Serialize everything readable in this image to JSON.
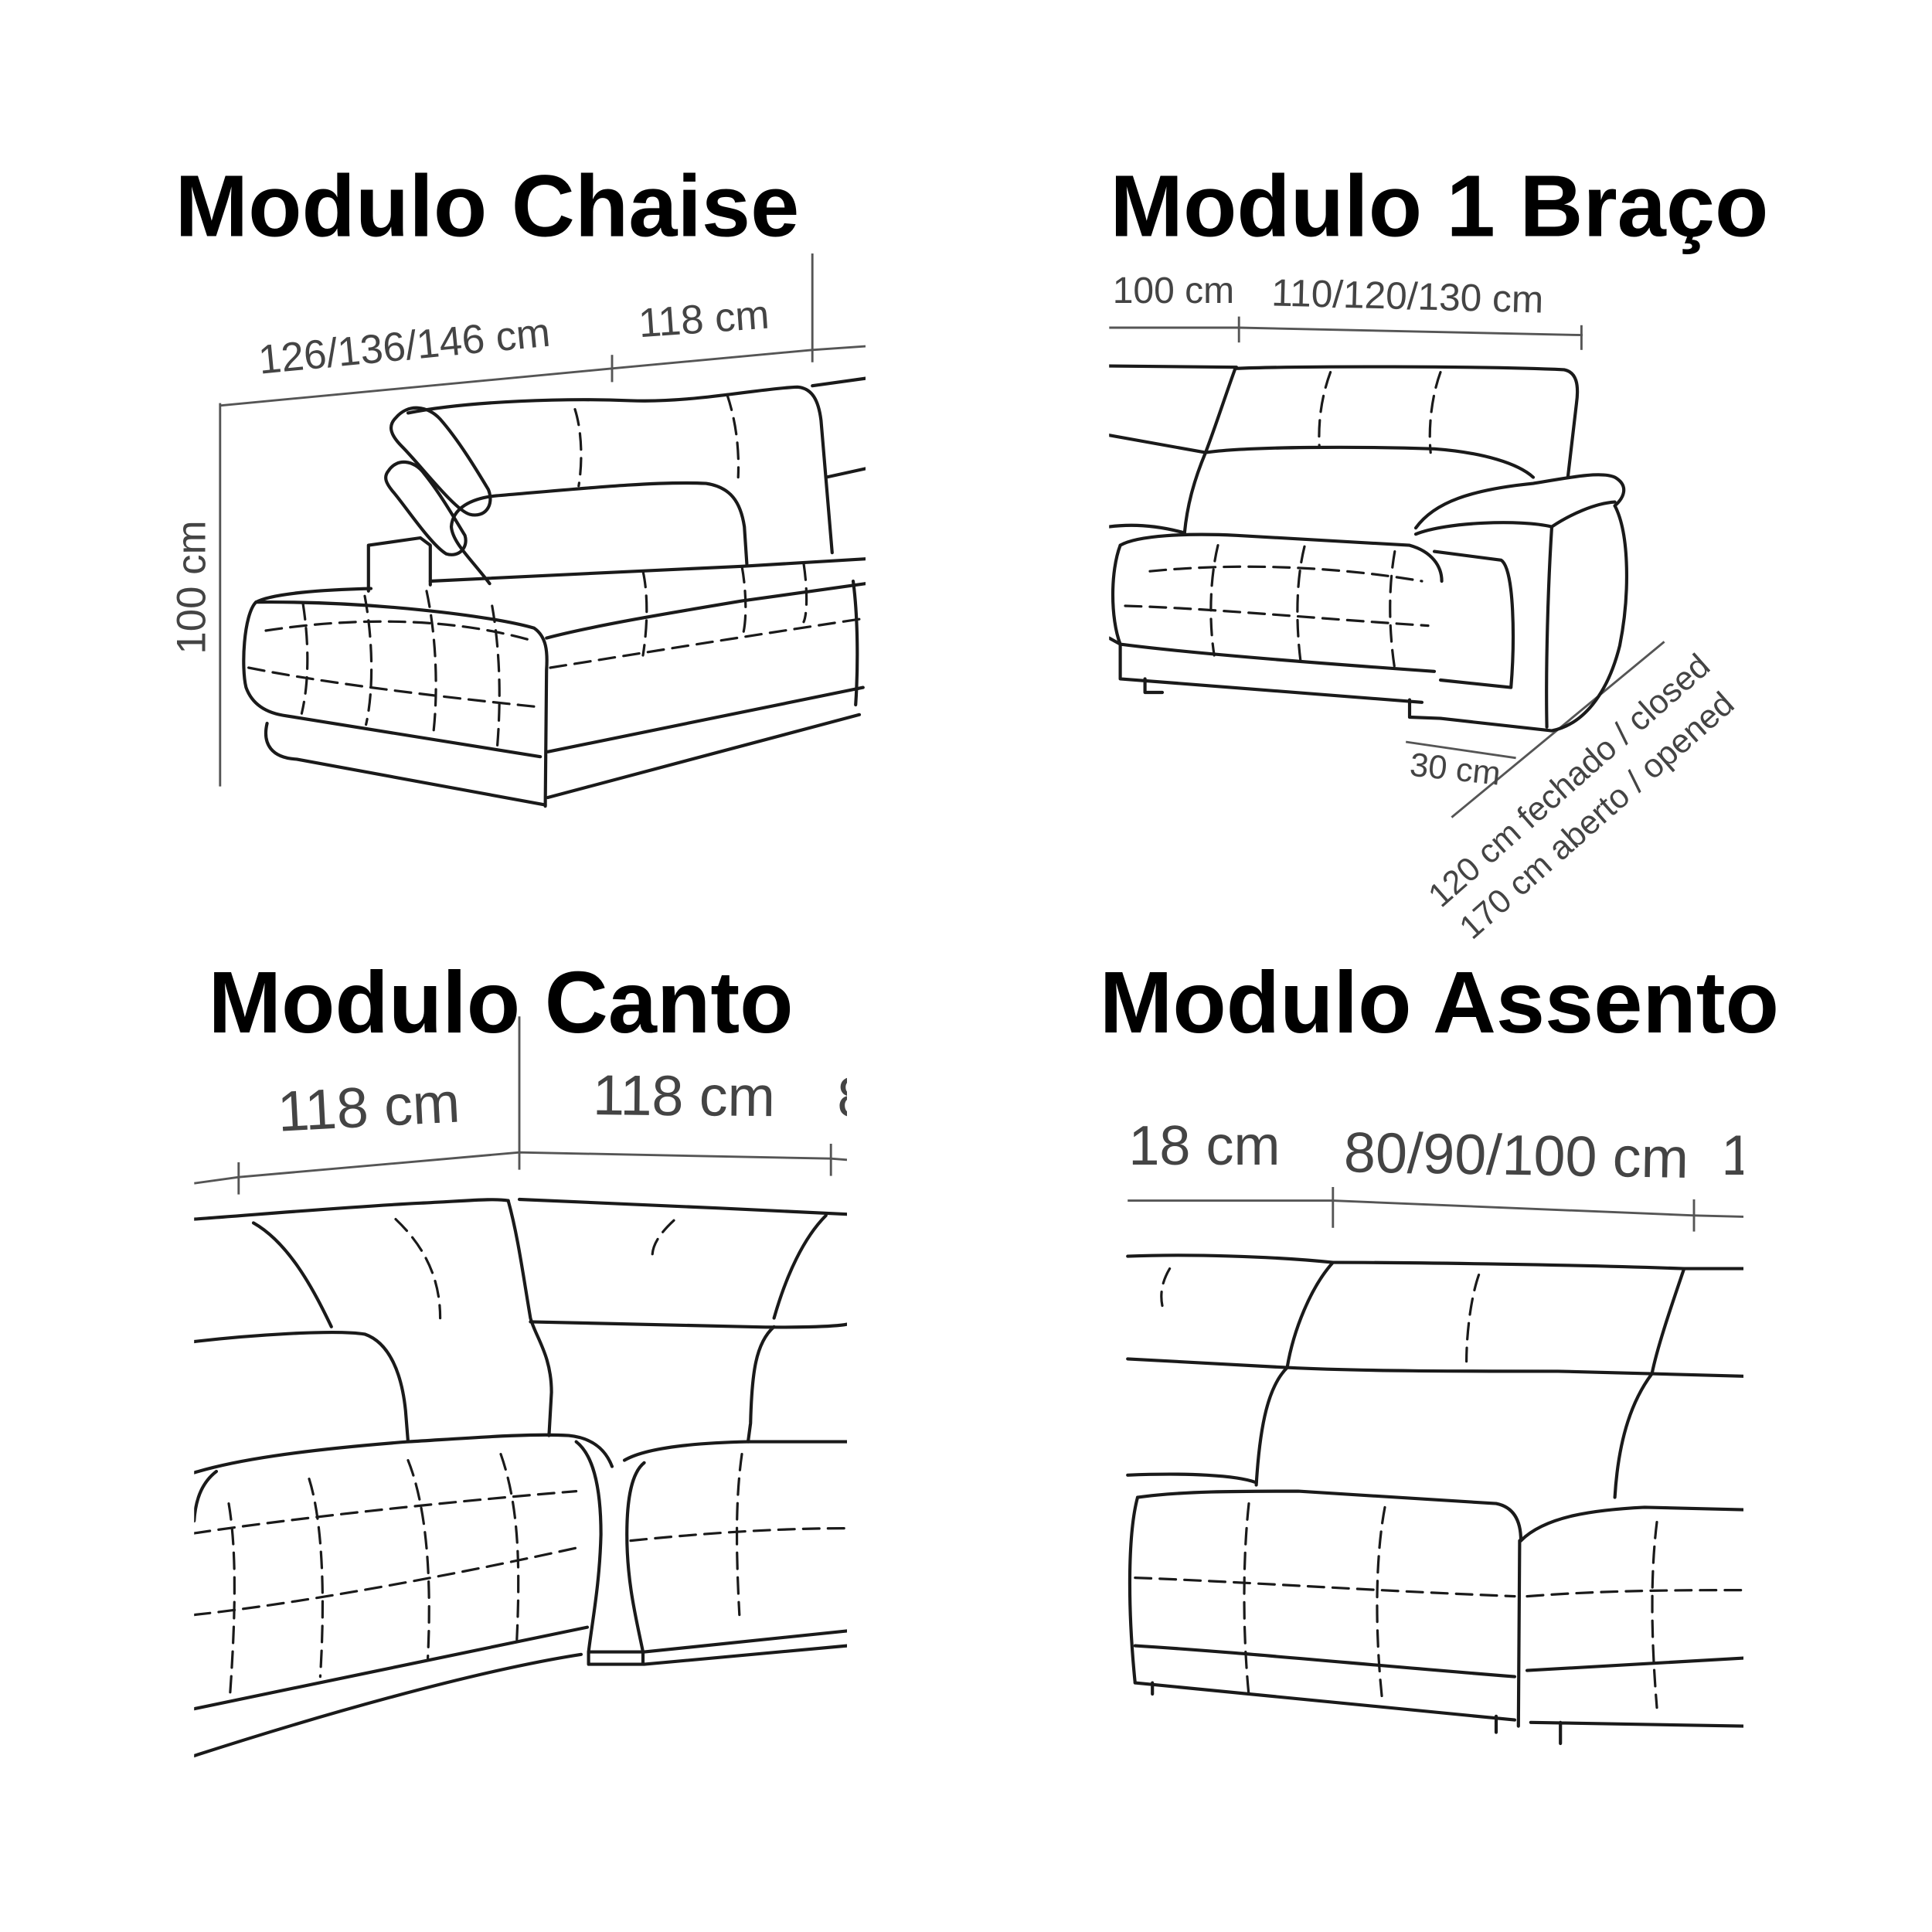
{
  "modules": {
    "chaise": {
      "title": "Modulo Chaise",
      "dim_length": "126/136/146 cm",
      "dim_next": "118 cm",
      "dim_height": "100 cm"
    },
    "braco": {
      "title": "Modulo 1 Braço",
      "dim_prev": "100 cm",
      "dim_width": "110/120/130 cm",
      "dim_arm": "30 cm",
      "dim_depth_closed": "120 cm fechado / closed",
      "dim_depth_opened": "170 cm aberto / opened"
    },
    "canto": {
      "title": "Modulo Canto",
      "dim_left": "118 cm",
      "dim_right": "118 cm",
      "dim_cut": "8"
    },
    "assento": {
      "title": "Modulo Assento",
      "dim_prev": "18 cm",
      "dim_width": "80/90/100 cm",
      "dim_cut": "1"
    }
  },
  "colors": {
    "background": "#ffffff",
    "title": "#000000",
    "drawing_line": "#1a1a1a",
    "dimension_line": "#555555",
    "dimension_text": "#444444"
  }
}
